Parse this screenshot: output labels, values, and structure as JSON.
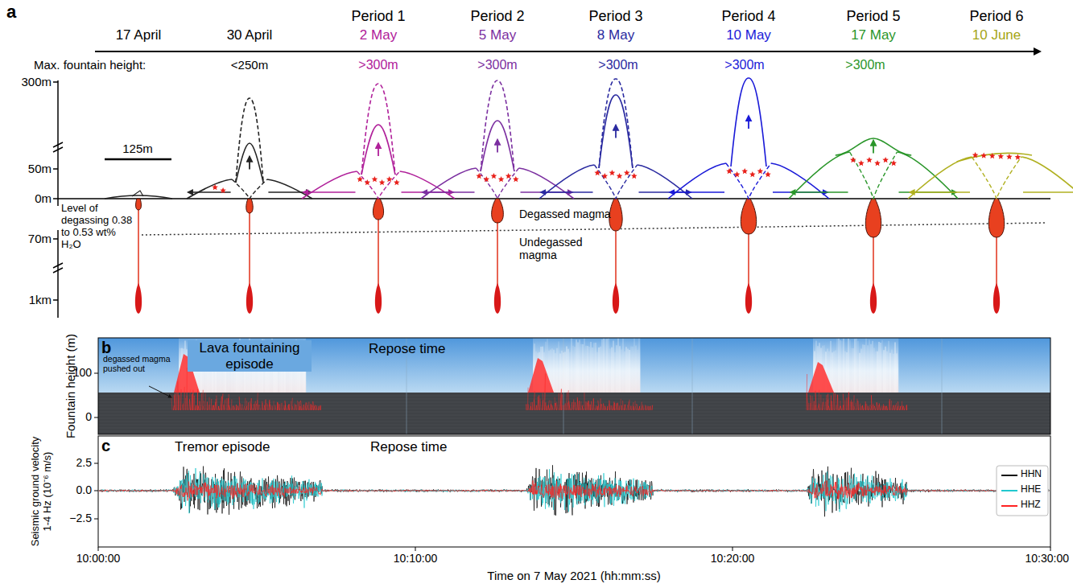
{
  "diagram": {
    "labels": [
      "a",
      "17 April",
      "30 April",
      "Period 1",
      "2 May",
      "Period 2",
      "5 May",
      "Period 3",
      "8 May",
      "Period 4",
      "10 May",
      "Period 5",
      "17 May",
      "Period 6",
      "10 June",
      "Max. fountain height:",
      "<250m",
      ">300m",
      ">300m",
      ">300m",
      ">300m",
      ">300m",
      "300m",
      "125m",
      "50m",
      "0m",
      "Level of degassing 0.38 to 0.53 wt% H₂O",
      "70m",
      "1km",
      "Degassed magma",
      "Undegassed magma",
      "b",
      "Lava fountaining episode",
      "Repose time",
      "Fountain height (m)",
      "100",
      "0",
      "degassed magma pushed out",
      "c",
      "Tremor episode",
      "Repose time",
      "Seismic ground velocity 1-4 Hz (10⁻⁶ m/s)",
      "2.5",
      "0.0",
      "−2.5",
      "10:00:00",
      "10:10:00",
      "10:20:00",
      "10:30:00",
      "Time on 7 May 2021 (hh:mm:ss)"
    ],
    "legend": [
      {
        "text": "HHN"
      },
      {
        "text": "HHE"
      },
      {
        "text": "HHZ"
      }
    ]
  }
}
